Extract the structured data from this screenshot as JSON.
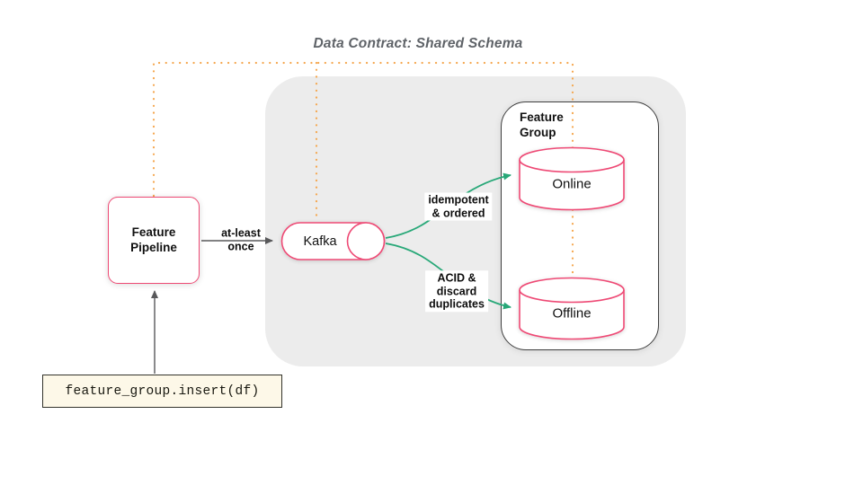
{
  "title": "Data Contract: Shared Schema",
  "colors": {
    "pink": "#ee4a74",
    "green": "#28a878",
    "orange": "#f5a74f",
    "arrow_gray": "#58585a",
    "panel_gray": "#ececec",
    "group_border": "#3f3f3f",
    "title_gray": "#5f6368",
    "code_bg": "#fdf8e8",
    "code_border": "#33332b"
  },
  "nodes": {
    "feature_pipeline": {
      "lines": [
        "Feature",
        "Pipeline"
      ]
    },
    "kafka": {
      "label": "Kafka"
    },
    "feature_group": {
      "lines": [
        "Feature",
        "Group"
      ]
    },
    "online": {
      "label": "Online"
    },
    "offline": {
      "label": "Offline"
    }
  },
  "edges": {
    "pipeline_to_kafka": {
      "lines": [
        "at-least",
        "once"
      ]
    },
    "kafka_to_online": {
      "lines": [
        "idempotent",
        "& ordered"
      ]
    },
    "kafka_to_offline": {
      "lines": [
        "ACID &",
        "discard",
        "duplicates"
      ]
    }
  },
  "code_box": {
    "text": "feature_group.insert(df)"
  }
}
